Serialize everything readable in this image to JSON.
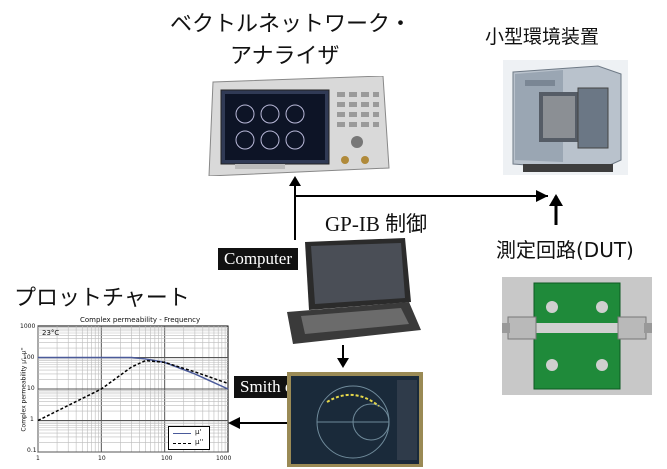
{
  "labels": {
    "vna_line1": "ベクトルネットワーク・",
    "vna_line2": "アナライザ",
    "env_chamber": "小型環境装置",
    "gpib": "GP-IB 制御",
    "dut": "測定回路(DUT)",
    "plot_chart": "プロットチャート",
    "computer": "Computer",
    "smith": "Smith chart"
  },
  "plot": {
    "title": "Complex permeability - Frequency",
    "temp": "23°C",
    "ylabel": "Complex permeability μ', μ''",
    "yticks": [
      "1000",
      "100",
      "10",
      "1",
      "0.1"
    ],
    "xticks": [
      "1",
      "10",
      "100",
      "1000"
    ],
    "legend": [
      "μ'",
      "μ''"
    ]
  },
  "colors": {
    "accent": "#4a5a9a",
    "pcb": "#1f8a3a",
    "screen": "#2a3560"
  },
  "chart_data": {
    "type": "line",
    "title": "Complex permeability - Frequency",
    "ylabel": "Complex permeability μ', μ''",
    "x_scale": "log",
    "y_scale": "log",
    "xlim": [
      1,
      1000
    ],
    "ylim": [
      0.1,
      1000
    ],
    "series": [
      {
        "name": "μ'",
        "x": [
          1,
          3,
          10,
          30,
          50,
          100,
          300,
          1000
        ],
        "y": [
          100,
          100,
          100,
          100,
          90,
          70,
          30,
          10
        ]
      },
      {
        "name": "μ''",
        "x": [
          1,
          3,
          10,
          30,
          50,
          100,
          300,
          1000
        ],
        "y": [
          1,
          3,
          10,
          50,
          80,
          70,
          35,
          15
        ]
      }
    ]
  }
}
